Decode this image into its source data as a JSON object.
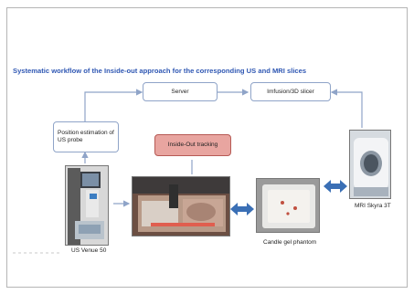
{
  "diagram": {
    "title": "Systematic workflow of the Inside-out approach for the corresponding US and MRI slices",
    "nodes": {
      "server": "Server",
      "fusion": "Imfusion/3D slicer",
      "position": "Position estimation of US probe",
      "tracking": "Inside-Out tracking"
    },
    "captions": {
      "us": "US Venue 50",
      "phantom": "Candle gel phantom",
      "mri": "MRI Skyra 3T"
    },
    "colors": {
      "title": "#2f57b3",
      "box_border": "#8fa4c8",
      "tracking_fill": "#e8a5a0",
      "arrow": "#8fa4c8",
      "double_arrow": "#3a6fb5"
    }
  }
}
